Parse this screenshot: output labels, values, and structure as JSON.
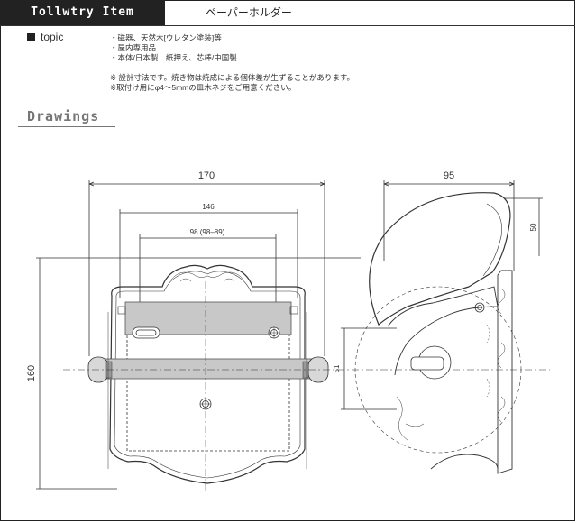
{
  "header": {
    "tab_label": "Tollwtry Item",
    "title": "ペーパーホルダー"
  },
  "topic": {
    "label": "topic",
    "lines": [
      "・磁器、天然木[ウレタン塗装]等",
      "・屋内専用品",
      "・本体/日本製　紙押え、芯棒/中国製"
    ]
  },
  "notes": [
    "※ 設計寸法です。焼き物は焼成による個体差が生ずることがあります。",
    "※取付け用にφ4〜5mmの皿木ネジをご用意ください。"
  ],
  "drawings": {
    "title": "Drawings",
    "dimensions": {
      "width_outer": "170",
      "width_inner": "146",
      "width_screw": "98 (98–89)",
      "height": "160",
      "depth": "95",
      "top_offset": "50",
      "mount_height": "51"
    }
  }
}
